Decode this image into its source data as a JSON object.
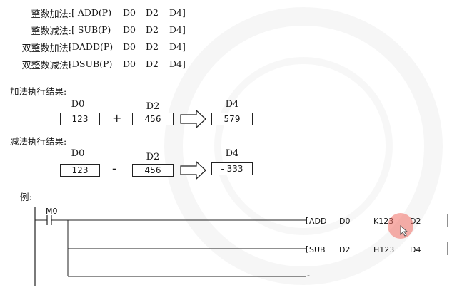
{
  "instructions": [
    {
      "label": "整数加法:",
      "op": "[ ADD(P)",
      "d0": "D0",
      "d1": "D2",
      "d2": "D4]"
    },
    {
      "label": "整数减法:",
      "op": "[ SUB(P)",
      "d0": "D0",
      "d1": "D2",
      "d2": "D4]"
    },
    {
      "label": "双整数加法:",
      "op": "[DADD(P)",
      "d0": "D0",
      "d1": "D2",
      "d2": "D4]"
    },
    {
      "label": "双整数减法:",
      "op": "[DSUB(P)",
      "d0": "D0",
      "d1": "D2",
      "d2": "D4]"
    }
  ],
  "add_result": {
    "heading": "加法执行结果:",
    "src1_label": "D0",
    "src1_value": "123",
    "operator": "+",
    "src2_label": "D2",
    "src2_value": "456",
    "dst_label": "D4",
    "dst_value": "579"
  },
  "sub_result": {
    "heading": "减法执行结果:",
    "src1_label": "D0",
    "src1_value": "123",
    "operator": "-",
    "src2_label": "D2",
    "src2_value": "456",
    "dst_label": "D4",
    "dst_value": "- 333"
  },
  "example": {
    "heading": "例:",
    "contact": "M0",
    "rung1": {
      "op": "ADD",
      "s1": "D0",
      "s2": "K123",
      "d": "D2"
    },
    "rung2": {
      "op": "SUB",
      "s1": "D2",
      "s2": "H123",
      "d": "D4"
    },
    "rung3_mark": "-"
  }
}
